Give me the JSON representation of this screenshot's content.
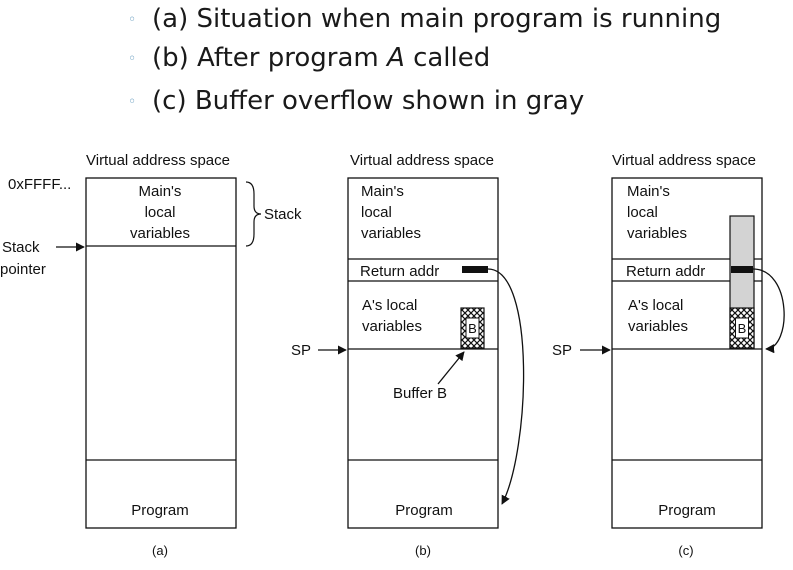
{
  "bullets": [
    {
      "prefix": "(a) Situation when main program is running",
      "italic": "",
      "suffix": ""
    },
    {
      "prefix": "(b) After program ",
      "italic": "A",
      "suffix": " called"
    },
    {
      "prefix": "(c) Buffer overflow shown in gray",
      "italic": "",
      "suffix": ""
    }
  ],
  "panel_a": {
    "header": "Virtual address space",
    "address_label": "0xFFFF...",
    "main_vars": [
      "Main's",
      "local",
      "variables"
    ],
    "stack_label": "Stack",
    "pointer_label": [
      "Stack",
      "pointer"
    ],
    "program_label": "Program",
    "caption": "(a)"
  },
  "panel_b": {
    "header": "Virtual address space",
    "main_vars": [
      "Main's",
      "local",
      "variables"
    ],
    "return_label": "Return addr",
    "a_vars": [
      "A's local",
      "variables"
    ],
    "sp_label": "SP",
    "buffer_letter": "B",
    "buffer_label": "Buffer B",
    "program_label": "Program",
    "caption": "(b)"
  },
  "panel_c": {
    "header": "Virtual address space",
    "main_vars": [
      "Main's",
      "local",
      "variables"
    ],
    "return_label": "Return addr",
    "a_vars": [
      "A's local",
      "variables"
    ],
    "sp_label": "SP",
    "buffer_letter": "B",
    "program_label": "Program",
    "caption": "(c)"
  },
  "colors": {
    "overflow_gray": "#d3d3d3",
    "line": "#111111"
  }
}
